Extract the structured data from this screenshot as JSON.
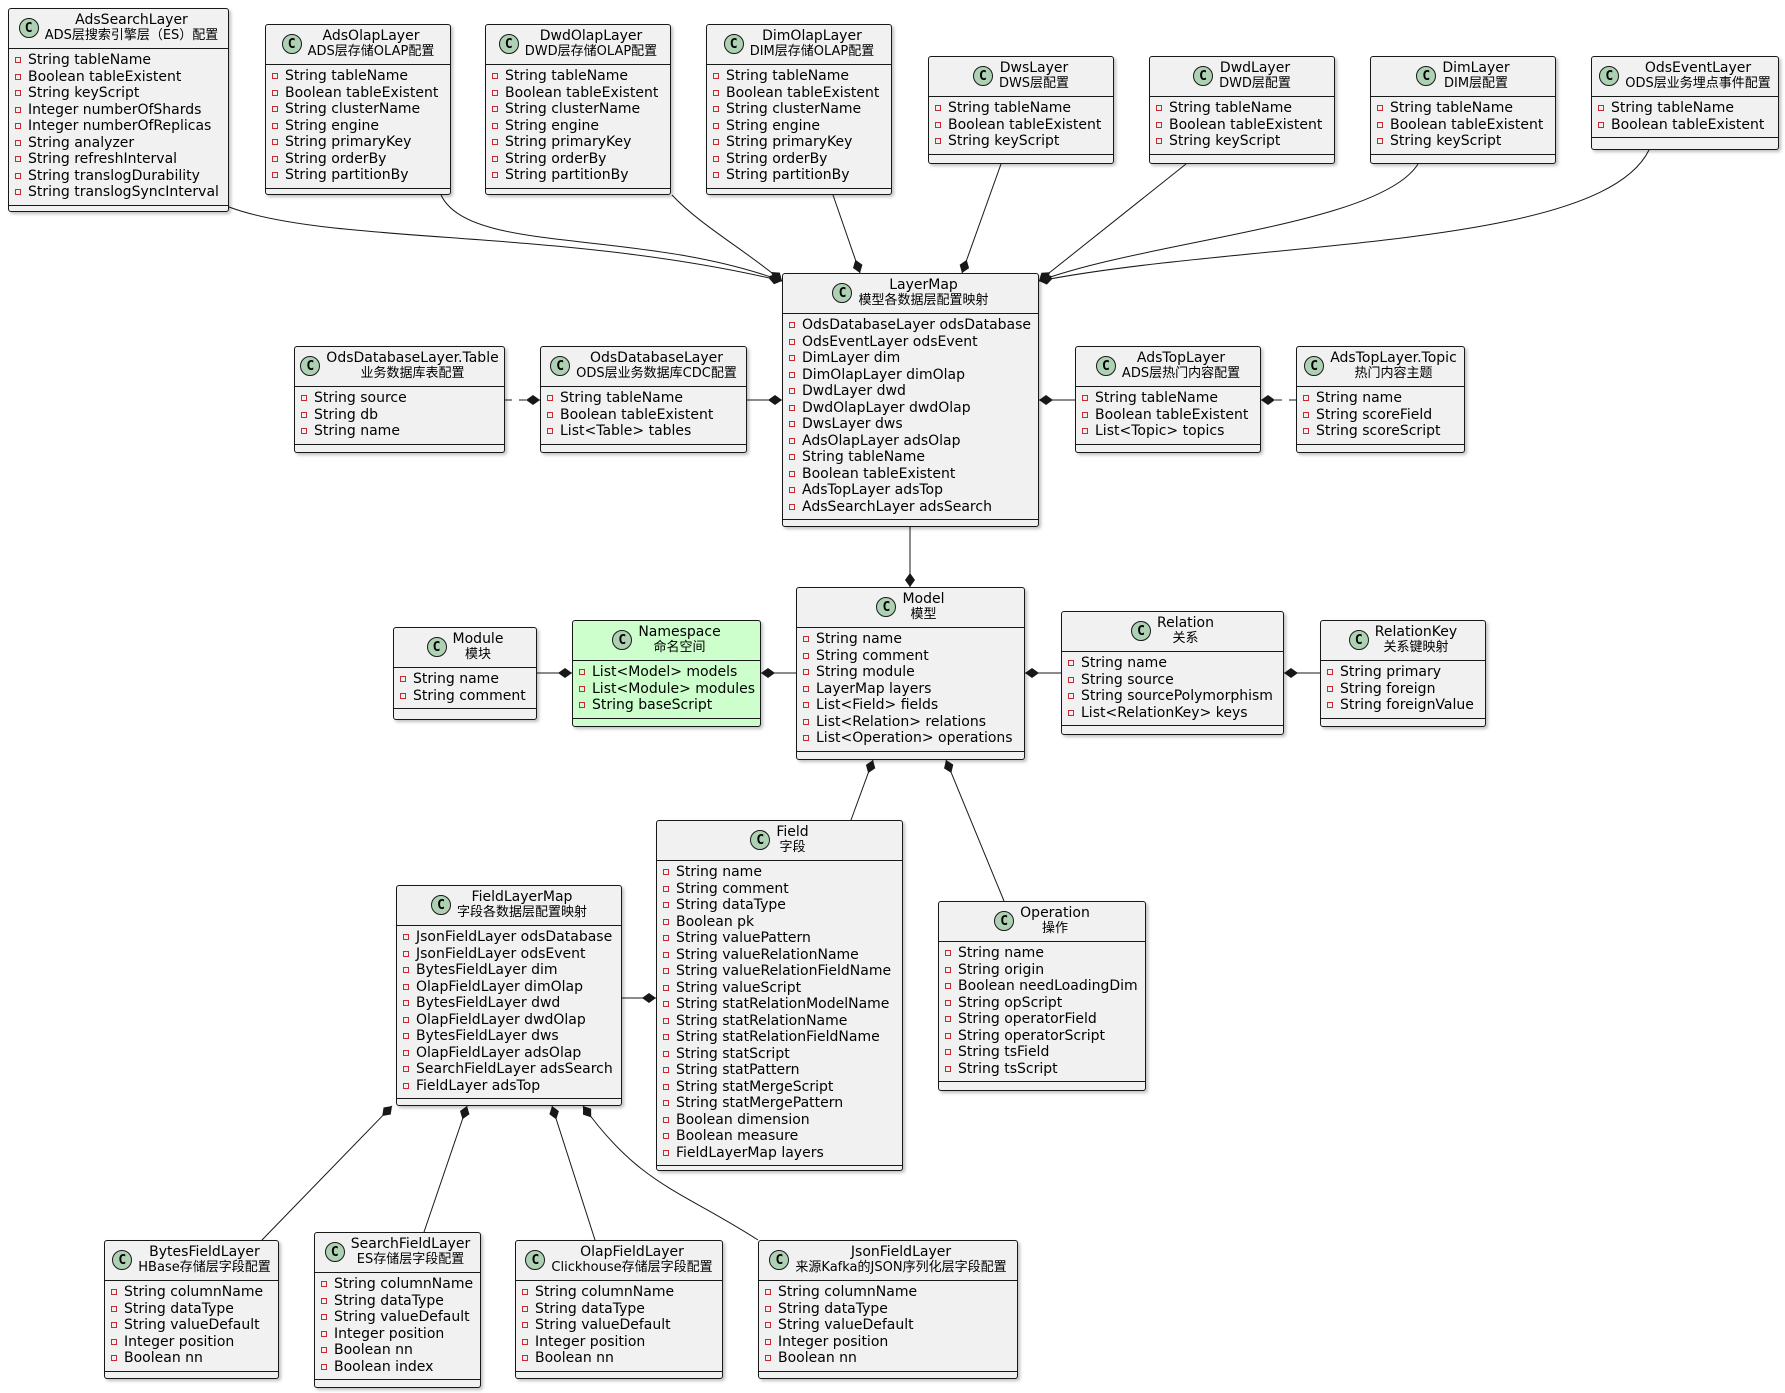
{
  "colors": {
    "class_bg": "#f1f1f1",
    "highlight_bg": "#ccffcc",
    "icon_bg": "#add1b2",
    "private_marker": "#c82930",
    "line": "#181818"
  },
  "classes": [
    {
      "id": "ads-search-layer",
      "name": "AdsSearchLayer",
      "desc": "ADS层搜索引擎层（ES）配置",
      "fields": [
        "String tableName",
        "Boolean tableExistent",
        "String keyScript",
        "Integer numberOfShards",
        "Integer numberOfReplicas",
        "String analyzer",
        "String refreshInterval",
        "String translogDurability",
        "String translogSyncInterval"
      ]
    },
    {
      "id": "ads-olap-layer",
      "name": "AdsOlapLayer",
      "desc": "ADS层存储OLAP配置",
      "fields": [
        "String tableName",
        "Boolean tableExistent",
        "String clusterName",
        "String engine",
        "String primaryKey",
        "String orderBy",
        "String partitionBy"
      ]
    },
    {
      "id": "dwd-olap-layer",
      "name": "DwdOlapLayer",
      "desc": "DWD层存储OLAP配置",
      "fields": [
        "String tableName",
        "Boolean tableExistent",
        "String clusterName",
        "String engine",
        "String primaryKey",
        "String orderBy",
        "String partitionBy"
      ]
    },
    {
      "id": "dim-olap-layer",
      "name": "DimOlapLayer",
      "desc": "DIM层存储OLAP配置",
      "fields": [
        "String tableName",
        "Boolean tableExistent",
        "String clusterName",
        "String engine",
        "String primaryKey",
        "String orderBy",
        "String partitionBy"
      ]
    },
    {
      "id": "dws-layer",
      "name": "DwsLayer",
      "desc": "DWS层配置",
      "fields": [
        "String tableName",
        "Boolean tableExistent",
        "String keyScript"
      ]
    },
    {
      "id": "dwd-layer",
      "name": "DwdLayer",
      "desc": "DWD层配置",
      "fields": [
        "String tableName",
        "Boolean tableExistent",
        "String keyScript"
      ]
    },
    {
      "id": "dim-layer",
      "name": "DimLayer",
      "desc": "DIM层配置",
      "fields": [
        "String tableName",
        "Boolean tableExistent",
        "String keyScript"
      ]
    },
    {
      "id": "ods-event-layer",
      "name": "OdsEventLayer",
      "desc": "ODS层业务埋点事件配置",
      "fields": [
        "String tableName",
        "Boolean tableExistent"
      ]
    },
    {
      "id": "layer-map",
      "name": "LayerMap",
      "desc": "模型各数据层配置映射",
      "fields": [
        "OdsDatabaseLayer odsDatabase",
        "OdsEventLayer odsEvent",
        "DimLayer dim",
        "DimOlapLayer dimOlap",
        "DwdLayer dwd",
        "DwdOlapLayer dwdOlap",
        "DwsLayer dws",
        "AdsOlapLayer adsOlap",
        "String tableName",
        "Boolean tableExistent",
        "AdsTopLayer adsTop",
        "AdsSearchLayer adsSearch"
      ]
    },
    {
      "id": "ods-database-layer-table",
      "name": "OdsDatabaseLayer.Table",
      "desc": "业务数据库表配置",
      "fields": [
        "String source",
        "String db",
        "String name"
      ]
    },
    {
      "id": "ods-database-layer",
      "name": "OdsDatabaseLayer",
      "desc": "ODS层业务数据库CDC配置",
      "fields": [
        "String tableName",
        "Boolean tableExistent",
        "List<Table> tables"
      ]
    },
    {
      "id": "ads-top-layer",
      "name": "AdsTopLayer",
      "desc": "ADS层热门内容配置",
      "fields": [
        "String tableName",
        "Boolean tableExistent",
        "List<Topic> topics"
      ]
    },
    {
      "id": "ads-top-layer-topic",
      "name": "AdsTopLayer.Topic",
      "desc": "热门内容主题",
      "fields": [
        "String name",
        "String scoreField",
        "String scoreScript"
      ]
    },
    {
      "id": "module",
      "name": "Module",
      "desc": "模块",
      "fields": [
        "String name",
        "String comment"
      ]
    },
    {
      "id": "namespace",
      "name": "Namespace",
      "desc": "命名空间",
      "highlight": true,
      "fields": [
        "List<Model> models",
        "List<Module> modules",
        "String baseScript"
      ]
    },
    {
      "id": "model",
      "name": "Model",
      "desc": "模型",
      "fields": [
        "String name",
        "String comment",
        "String module",
        "LayerMap layers",
        "List<Field> fields",
        "List<Relation> relations",
        "List<Operation> operations"
      ]
    },
    {
      "id": "relation",
      "name": "Relation",
      "desc": "关系",
      "fields": [
        "String name",
        "String source",
        "String sourcePolymorphism",
        "List<RelationKey> keys"
      ]
    },
    {
      "id": "relation-key",
      "name": "RelationKey",
      "desc": "关系键映射",
      "fields": [
        "String primary",
        "String foreign",
        "String foreignValue"
      ]
    },
    {
      "id": "field-layer-map",
      "name": "FieldLayerMap",
      "desc": "字段各数据层配置映射",
      "fields": [
        "JsonFieldLayer odsDatabase",
        "JsonFieldLayer odsEvent",
        "BytesFieldLayer dim",
        "OlapFieldLayer dimOlap",
        "BytesFieldLayer dwd",
        "OlapFieldLayer dwdOlap",
        "BytesFieldLayer dws",
        "OlapFieldLayer adsOlap",
        "SearchFieldLayer adsSearch",
        "FieldLayer adsTop"
      ]
    },
    {
      "id": "field",
      "name": "Field",
      "desc": "字段",
      "fields": [
        "String name",
        "String comment",
        "String dataType",
        "Boolean pk",
        "String valuePattern",
        "String valueRelationName",
        "String valueRelationFieldName",
        "String valueScript",
        "String statRelationModelName",
        "String statRelationName",
        "String statRelationFieldName",
        "String statScript",
        "String statPattern",
        "String statMergeScript",
        "String statMergePattern",
        "Boolean dimension",
        "Boolean measure",
        "FieldLayerMap layers"
      ]
    },
    {
      "id": "operation",
      "name": "Operation",
      "desc": "操作",
      "fields": [
        "String name",
        "String origin",
        "Boolean needLoadingDim",
        "String opScript",
        "String operatorField",
        "String operatorScript",
        "String tsField",
        "String tsScript"
      ]
    },
    {
      "id": "bytes-field-layer",
      "name": "BytesFieldLayer",
      "desc": "HBase存储层字段配置",
      "fields": [
        "String columnName",
        "String dataType",
        "String valueDefault",
        "Integer position",
        "Boolean nn"
      ]
    },
    {
      "id": "search-field-layer",
      "name": "SearchFieldLayer",
      "desc": "ES存储层字段配置",
      "fields": [
        "String columnName",
        "String dataType",
        "String valueDefault",
        "Integer position",
        "Boolean nn",
        "Boolean index"
      ]
    },
    {
      "id": "olap-field-layer",
      "name": "OlapFieldLayer",
      "desc": "Clickhouse存储层字段配置",
      "fields": [
        "String columnName",
        "String dataType",
        "String valueDefault",
        "Integer position",
        "Boolean nn"
      ]
    },
    {
      "id": "json-field-layer",
      "name": "JsonFieldLayer",
      "desc": "来源Kafka的JSON序列化层字段配置",
      "fields": [
        "String columnName",
        "String dataType",
        "String valueDefault",
        "Integer position",
        "Boolean nn"
      ]
    }
  ],
  "relations": [
    {
      "from": "ads-search-layer",
      "to": "layer-map",
      "kind": "composition"
    },
    {
      "from": "ads-olap-layer",
      "to": "layer-map",
      "kind": "composition"
    },
    {
      "from": "dwd-olap-layer",
      "to": "layer-map",
      "kind": "composition"
    },
    {
      "from": "dim-olap-layer",
      "to": "layer-map",
      "kind": "composition"
    },
    {
      "from": "dws-layer",
      "to": "layer-map",
      "kind": "composition"
    },
    {
      "from": "dwd-layer",
      "to": "layer-map",
      "kind": "composition"
    },
    {
      "from": "dim-layer",
      "to": "layer-map",
      "kind": "composition"
    },
    {
      "from": "ods-event-layer",
      "to": "layer-map",
      "kind": "composition"
    },
    {
      "from": "ods-database-layer",
      "to": "layer-map",
      "kind": "composition"
    },
    {
      "from": "ads-top-layer",
      "to": "layer-map",
      "kind": "composition"
    },
    {
      "from": "ods-database-layer-table",
      "to": "ods-database-layer",
      "kind": "nested"
    },
    {
      "from": "ads-top-layer-topic",
      "to": "ads-top-layer",
      "kind": "nested"
    },
    {
      "from": "layer-map",
      "to": "model",
      "kind": "composition"
    },
    {
      "from": "module",
      "to": "namespace",
      "kind": "composition"
    },
    {
      "from": "model",
      "to": "namespace",
      "kind": "composition"
    },
    {
      "from": "relation",
      "to": "model",
      "kind": "composition"
    },
    {
      "from": "relation-key",
      "to": "relation",
      "kind": "composition"
    },
    {
      "from": "field",
      "to": "model",
      "kind": "composition"
    },
    {
      "from": "operation",
      "to": "model",
      "kind": "composition"
    },
    {
      "from": "field-layer-map",
      "to": "field",
      "kind": "composition"
    },
    {
      "from": "bytes-field-layer",
      "to": "field-layer-map",
      "kind": "composition"
    },
    {
      "from": "search-field-layer",
      "to": "field-layer-map",
      "kind": "composition"
    },
    {
      "from": "olap-field-layer",
      "to": "field-layer-map",
      "kind": "composition"
    },
    {
      "from": "json-field-layer",
      "to": "field-layer-map",
      "kind": "composition"
    }
  ]
}
